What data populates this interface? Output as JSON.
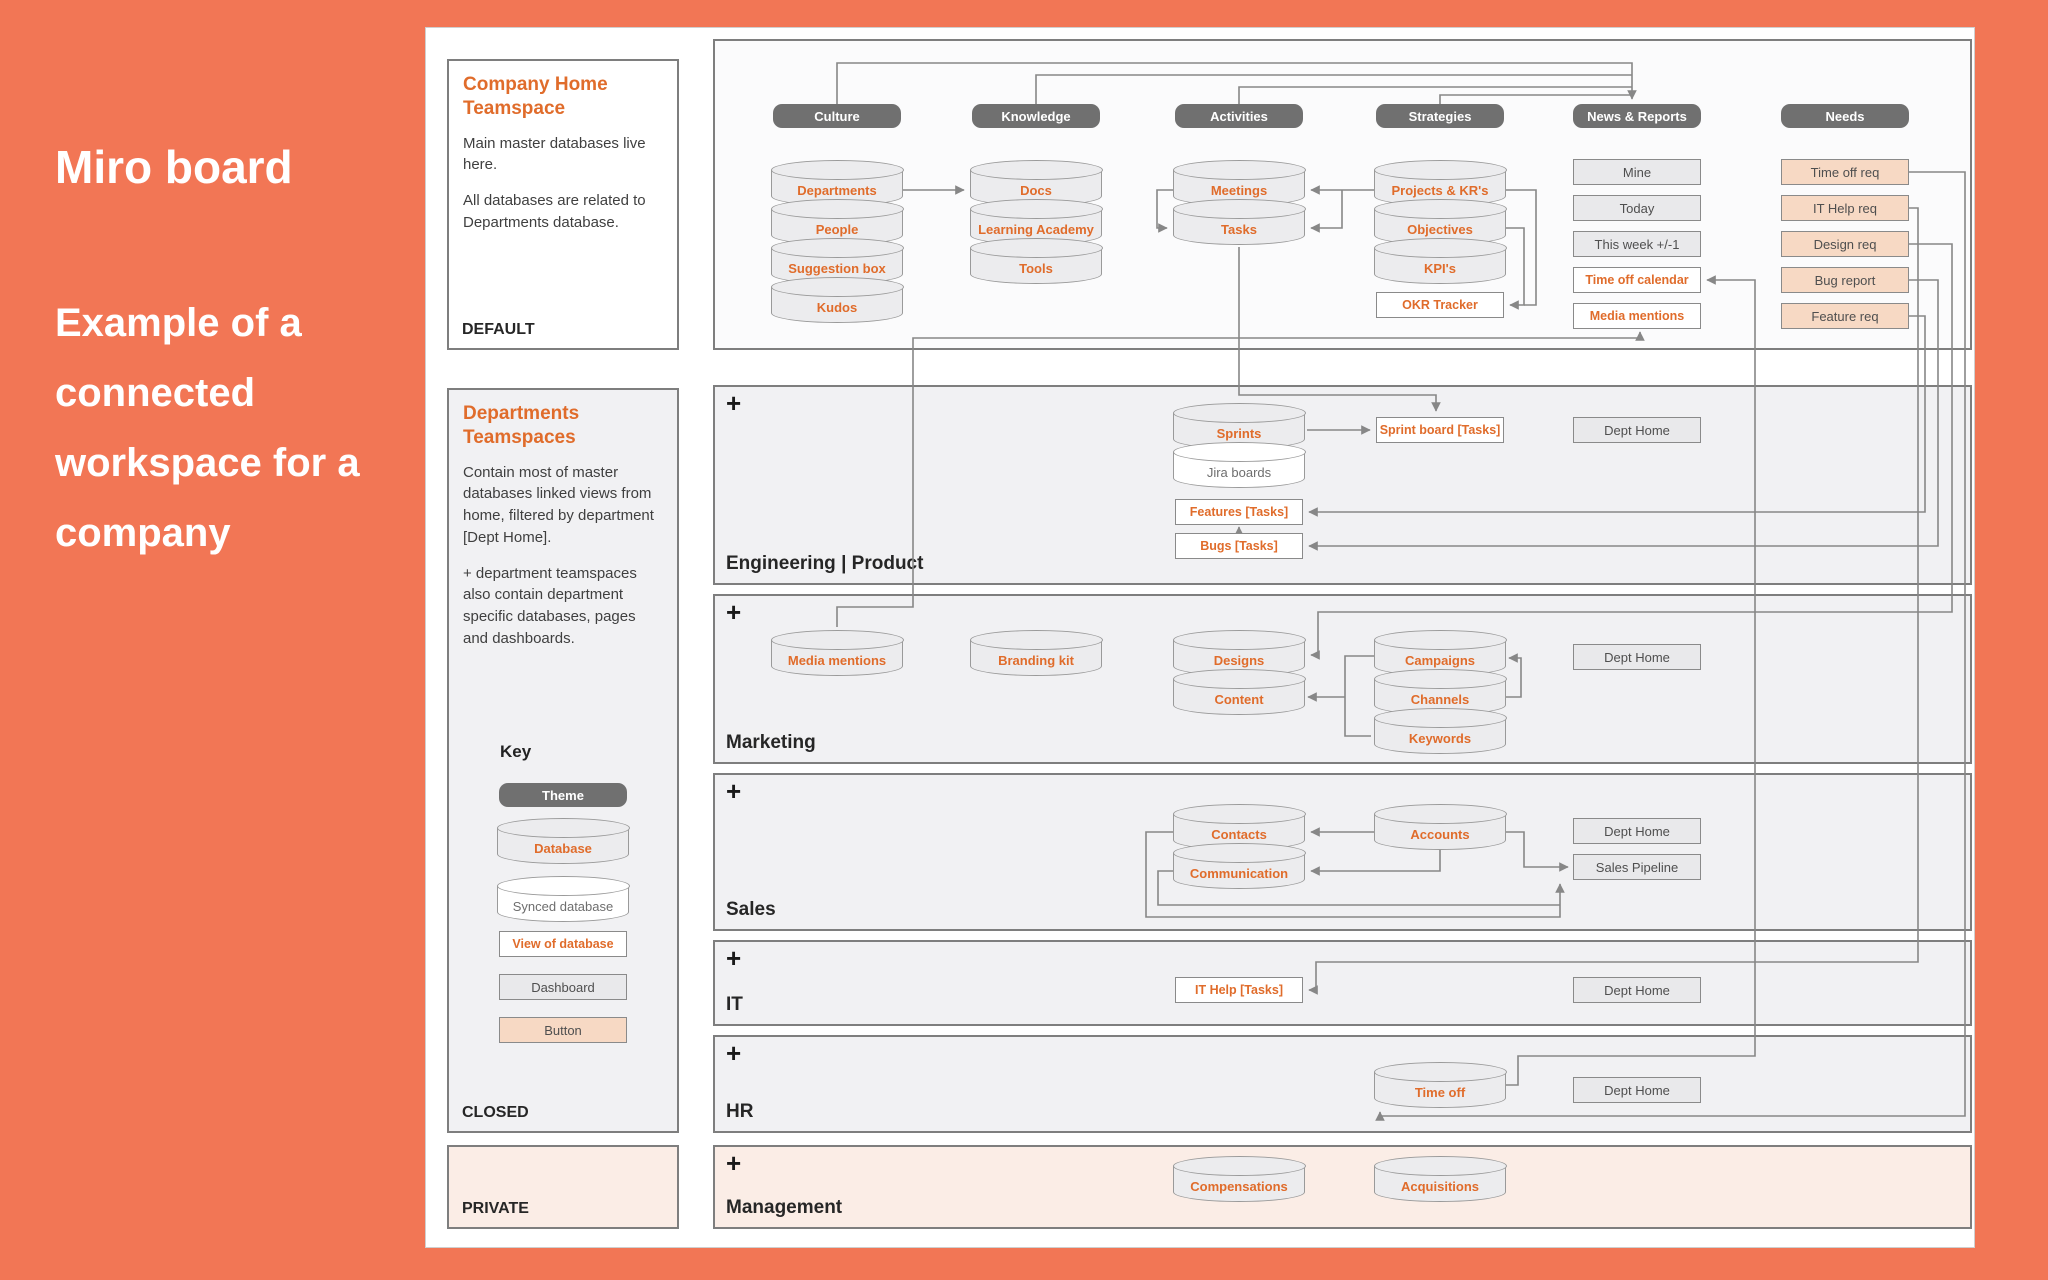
{
  "sidebar": {
    "title": "Miro board",
    "subtitle": "Example of a connected workspace for a company"
  },
  "board": {
    "company_home": {
      "title": "Company Home Teamspace",
      "body1": "Main master databases live here.",
      "body2": "All databases are related to Departments database.",
      "footer": "DEFAULT"
    },
    "departments_panel": {
      "title": "Departments Teamspaces",
      "body1": "Contain most of master databases linked views from home, filtered by department [Dept Home].",
      "body2": "+ department teamspaces also contain department specific databases, pages and dashboards.",
      "key": {
        "title": "Key",
        "items": [
          {
            "label": "Theme",
            "type": "pill"
          },
          {
            "label": "Database",
            "type": "cyl"
          },
          {
            "label": "Synced database",
            "type": "cylw"
          },
          {
            "label": "View of database",
            "type": "view"
          },
          {
            "label": "Dashboard",
            "type": "dash"
          },
          {
            "label": "Button",
            "type": "btn"
          }
        ]
      },
      "footer": "CLOSED"
    },
    "private_panel": {
      "footer": "PRIVATE"
    },
    "home": {
      "themes": [
        {
          "label": "Culture",
          "items": [
            {
              "label": "Departments",
              "type": "cyl"
            },
            {
              "label": "People",
              "type": "cyl"
            },
            {
              "label": "Suggestion box",
              "type": "cyl"
            },
            {
              "label": "Kudos",
              "type": "cyl"
            }
          ]
        },
        {
          "label": "Knowledge",
          "items": [
            {
              "label": "Docs",
              "type": "cyl"
            },
            {
              "label": "Learning Academy",
              "type": "cyl"
            },
            {
              "label": "Tools",
              "type": "cyl"
            }
          ]
        },
        {
          "label": "Activities",
          "items": [
            {
              "label": "Meetings",
              "type": "cyl"
            },
            {
              "label": "Tasks",
              "type": "cyl"
            }
          ]
        },
        {
          "label": "Strategies",
          "items": [
            {
              "label": "Projects & KR's",
              "type": "cyl"
            },
            {
              "label": "Objectives",
              "type": "cyl"
            },
            {
              "label": "KPI's",
              "type": "cyl"
            },
            {
              "label": "OKR Tracker",
              "type": "view"
            }
          ]
        },
        {
          "label": "News & Reports",
          "items": [
            {
              "label": "Mine",
              "type": "dash"
            },
            {
              "label": "Today",
              "type": "dash"
            },
            {
              "label": "This week +/-1",
              "type": "dash"
            },
            {
              "label": "Time off calendar",
              "type": "view"
            },
            {
              "label": "Media mentions",
              "type": "view"
            }
          ]
        },
        {
          "label": "Needs",
          "items": [
            {
              "label": "Time off req",
              "type": "btn"
            },
            {
              "label": "IT Help req",
              "type": "btn"
            },
            {
              "label": "Design req",
              "type": "btn"
            },
            {
              "label": "Bug report",
              "type": "btn"
            },
            {
              "label": "Feature req",
              "type": "btn"
            }
          ]
        }
      ]
    },
    "rows": [
      {
        "label": "Engineering | Product",
        "plus": "+",
        "items": [
          {
            "label": "Sprints",
            "type": "cyl"
          },
          {
            "label": "Jira boards",
            "type": "cylw"
          },
          {
            "label": "Features [Tasks]",
            "type": "view"
          },
          {
            "label": "Bugs [Tasks]",
            "type": "view"
          },
          {
            "label": "Sprint board [Tasks]",
            "type": "view"
          },
          {
            "label": "Dept Home",
            "type": "dash"
          }
        ]
      },
      {
        "label": "Marketing",
        "plus": "+",
        "items": [
          {
            "label": "Media mentions",
            "type": "cyl"
          },
          {
            "label": "Branding kit",
            "type": "cyl"
          },
          {
            "label": "Designs",
            "type": "cyl"
          },
          {
            "label": "Content",
            "type": "cyl"
          },
          {
            "label": "Campaigns",
            "type": "cyl"
          },
          {
            "label": "Channels",
            "type": "cyl"
          },
          {
            "label": "Keywords",
            "type": "cyl"
          },
          {
            "label": "Dept Home",
            "type": "dash"
          }
        ]
      },
      {
        "label": "Sales",
        "plus": "+",
        "items": [
          {
            "label": "Contacts",
            "type": "cyl"
          },
          {
            "label": "Communication",
            "type": "cyl"
          },
          {
            "label": "Accounts",
            "type": "cyl"
          },
          {
            "label": "Dept Home",
            "type": "dash"
          },
          {
            "label": "Sales Pipeline",
            "type": "dash"
          }
        ]
      },
      {
        "label": "IT",
        "plus": "+",
        "items": [
          {
            "label": "IT Help [Tasks]",
            "type": "view"
          },
          {
            "label": "Dept Home",
            "type": "dash"
          }
        ]
      },
      {
        "label": "HR",
        "plus": "+",
        "items": [
          {
            "label": "Time off",
            "type": "cyl"
          },
          {
            "label": "Dept Home",
            "type": "dash"
          }
        ]
      },
      {
        "label": "Management",
        "plus": "+",
        "items": [
          {
            "label": "Compensations",
            "type": "cyl"
          },
          {
            "label": "Acquisitions",
            "type": "cyl"
          }
        ]
      }
    ]
  },
  "colors": {
    "sidebar_bg": "#F27655",
    "accent_orange": "#E06C2B",
    "theme_pill": "#707070",
    "button_peach": "#F7D9C4",
    "frame_gray": "#F1F1F3",
    "frame_peach": "#FBEDE6"
  }
}
